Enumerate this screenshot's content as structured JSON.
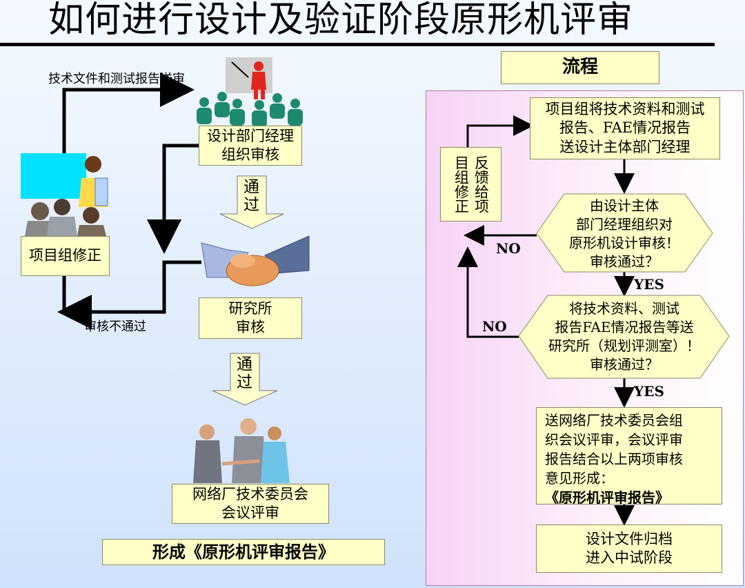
{
  "title": "如何进行设计及验证阶段原形机评审",
  "left": {
    "send_label": "技术文件和测试报告送审",
    "manager_box": "设计部门经理\n组织审核",
    "project_box": "项目组修正",
    "pass1": "通\n过",
    "institute_box": "研究所\n审核",
    "fail_label": "审核不通过",
    "pass2": "通\n过",
    "committee_box": "网络厂技术委员会\n会议评审",
    "result_box": "形成《原形机评审报告》"
  },
  "right": {
    "process_title": "流程",
    "step1": "项目组将技术资料和测试\n报告、FAE情况报告\n送设计主体部门经理",
    "decision1": "由设计主体\n部门经理组织对\n原形机设计审核！\n审核通过？",
    "decision2": "将技术资料、测试\n报告FAE情况报告等送\n研究所（规划评测室）！\n审核通过？",
    "step3_text": "送网络厂技术委员会组\n织会议评审，会议评审\n报告结合以上两项审核\n意见形成：",
    "step3_bold": "《原形机评审报告》",
    "step4": "设计文件归档\n进入中试阶段",
    "feedback_col1": "反馈给项",
    "feedback_col2": "目组修正",
    "no1": "NO",
    "yes1": "YES",
    "no2": "NO",
    "yes2": "YES"
  },
  "colors": {
    "box_fill": "#ffffc8",
    "arrow_fill": "#ffffcc",
    "panel": "#f7d3f5",
    "background": "#d9e8fb"
  }
}
